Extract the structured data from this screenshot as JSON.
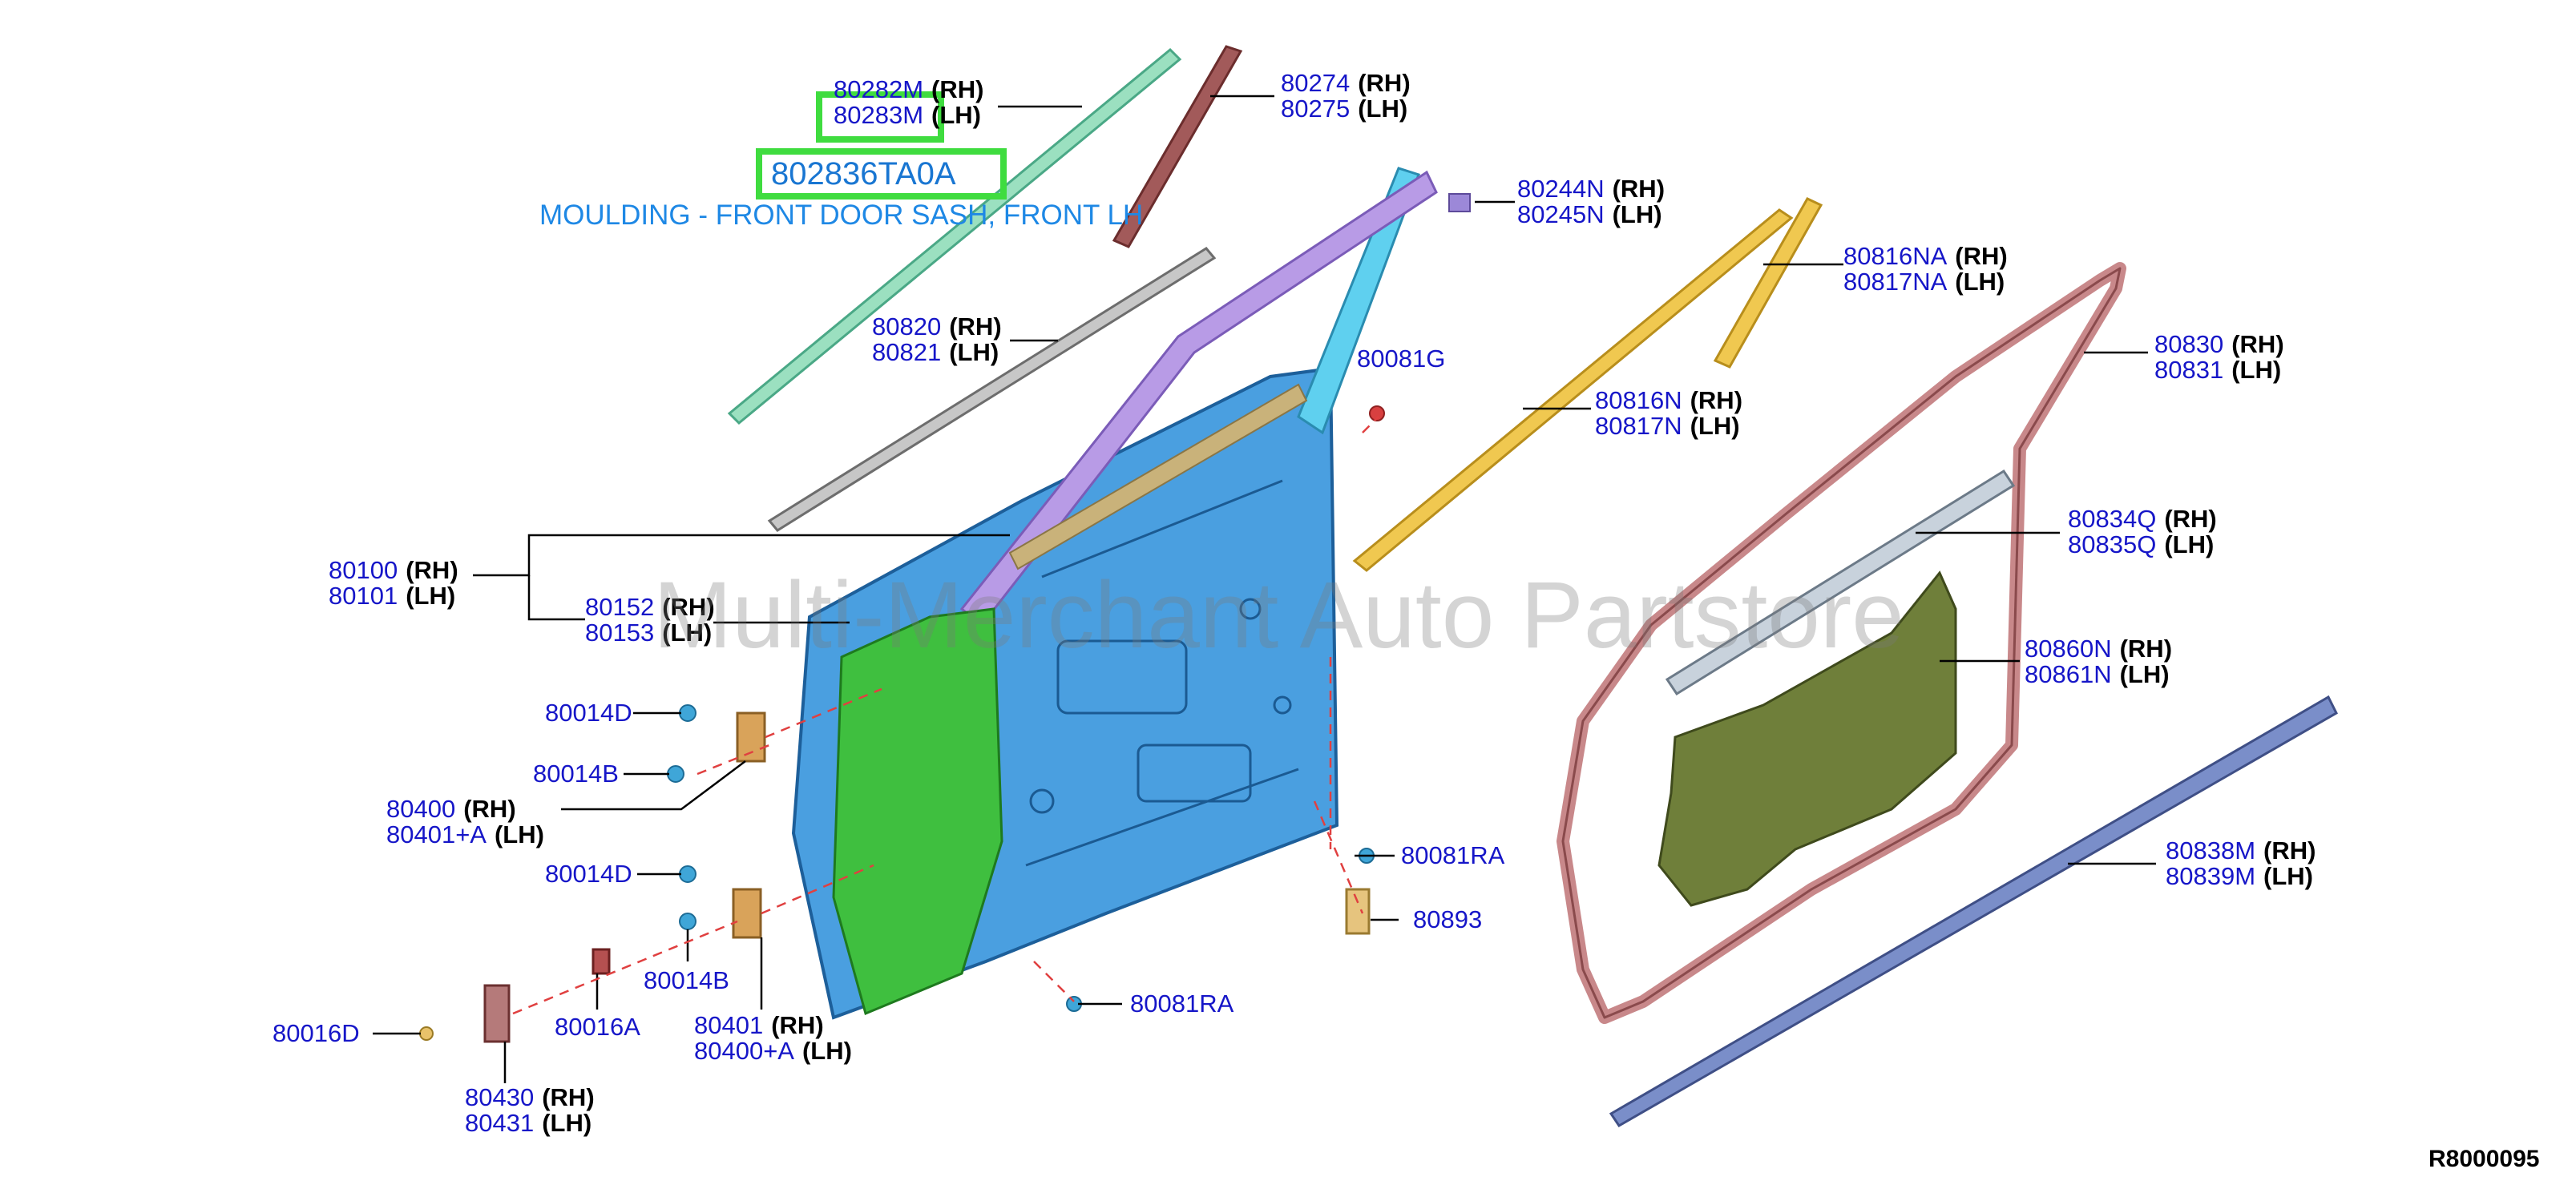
{
  "diagram": {
    "selected": {
      "part_code": "802836TA0A",
      "description": "MOULDING - FRONT DOOR SASH, FRONT LH",
      "highlight_color": "#3fdc3f"
    },
    "watermark": "Multi-Merchant Auto Partstore",
    "reference_code": "R8000095",
    "side_rh": "(RH)",
    "side_lh": "(LH)",
    "colors": {
      "label_blue": "#1616c8",
      "door_shell": "#4a9fe0",
      "inner_panel": "#3fbf3f",
      "sash_moulding": "#b89be6",
      "weatherstrip": "#c8888a",
      "trim_strip": "#f0c850",
      "screen_panel": "#6f7f3a"
    },
    "callouts": {
      "p80282": {
        "rh": "80282M",
        "lh": "80283M"
      },
      "p80274": {
        "rh": "80274",
        "lh": "80275"
      },
      "p80244": {
        "rh": "80244N",
        "lh": "80245N"
      },
      "p80816na": {
        "rh": "80816NA",
        "lh": "80817NA"
      },
      "p80820": {
        "rh": "80820",
        "lh": "80821"
      },
      "p80081g": "80081G",
      "p80816n": {
        "rh": "80816N",
        "lh": "80817N"
      },
      "p80830": {
        "rh": "80830",
        "lh": "80831"
      },
      "p80834": {
        "rh": "80834Q",
        "lh": "80835Q"
      },
      "p80100": {
        "rh": "80100",
        "lh": "80101"
      },
      "p80152": {
        "rh": "80152",
        "lh": "80153"
      },
      "p80860": {
        "rh": "80860N",
        "lh": "80861N"
      },
      "p80014d_a": "80014D",
      "p80014b_a": "80014B",
      "p80400": {
        "rh": "80400",
        "lh": "80401+A"
      },
      "p80014d_b": "80014D",
      "p80081ra_a": "80081RA",
      "p80893": "80893",
      "p80838": {
        "rh": "80838M",
        "lh": "80839M"
      },
      "p80014b_b": "80014B",
      "p80401": {
        "rh": "80401",
        "lh": "80400+A"
      },
      "p80016d": "80016D",
      "p80016a": "80016A",
      "p80081ra_b": "80081RA",
      "p80430": {
        "rh": "80430",
        "lh": "80431"
      }
    }
  }
}
